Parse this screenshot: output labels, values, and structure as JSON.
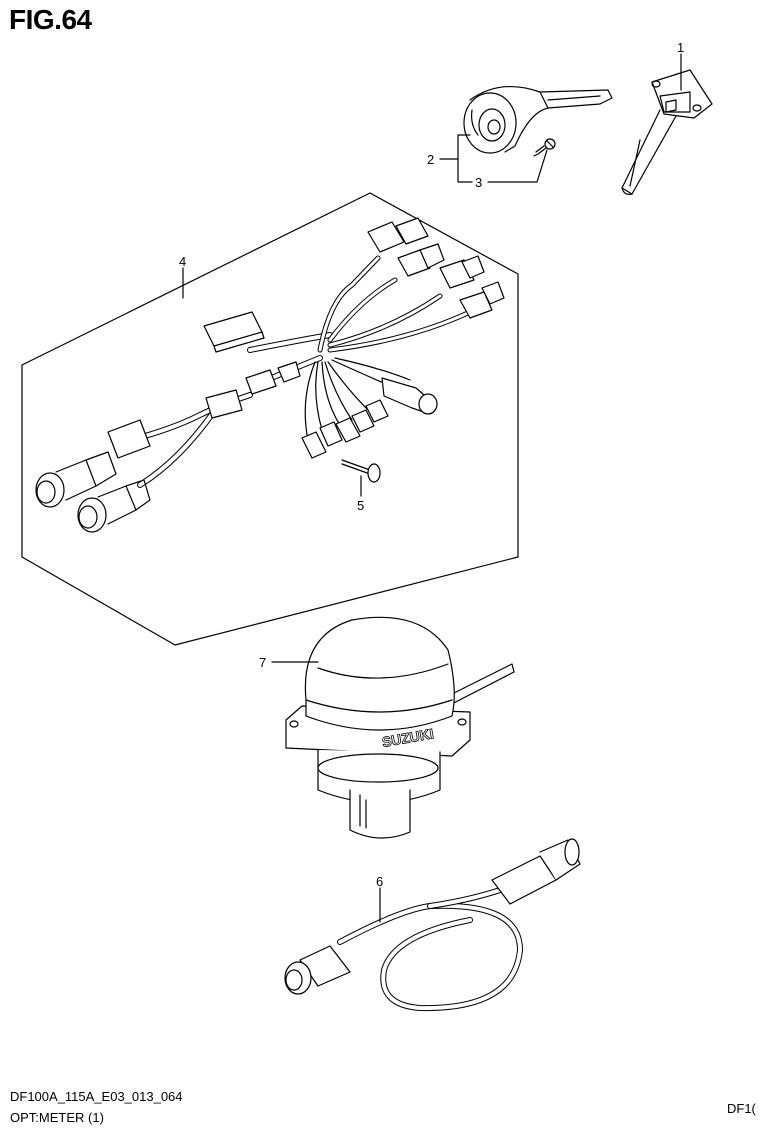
{
  "figure": {
    "title": "FIG.64"
  },
  "callouts": [
    {
      "id": "1",
      "label": "1"
    },
    {
      "id": "2",
      "label": "2"
    },
    {
      "id": "3",
      "label": "3"
    },
    {
      "id": "4",
      "label": "4"
    },
    {
      "id": "5",
      "label": "5"
    },
    {
      "id": "6",
      "label": "6"
    },
    {
      "id": "7",
      "label": "7"
    }
  ],
  "brand_mark": "SUZUKI",
  "footer": {
    "code": "DF100A_115A_E03_013_064",
    "subtitle": "OPT:METER (1)",
    "right_tag": "DF1("
  }
}
